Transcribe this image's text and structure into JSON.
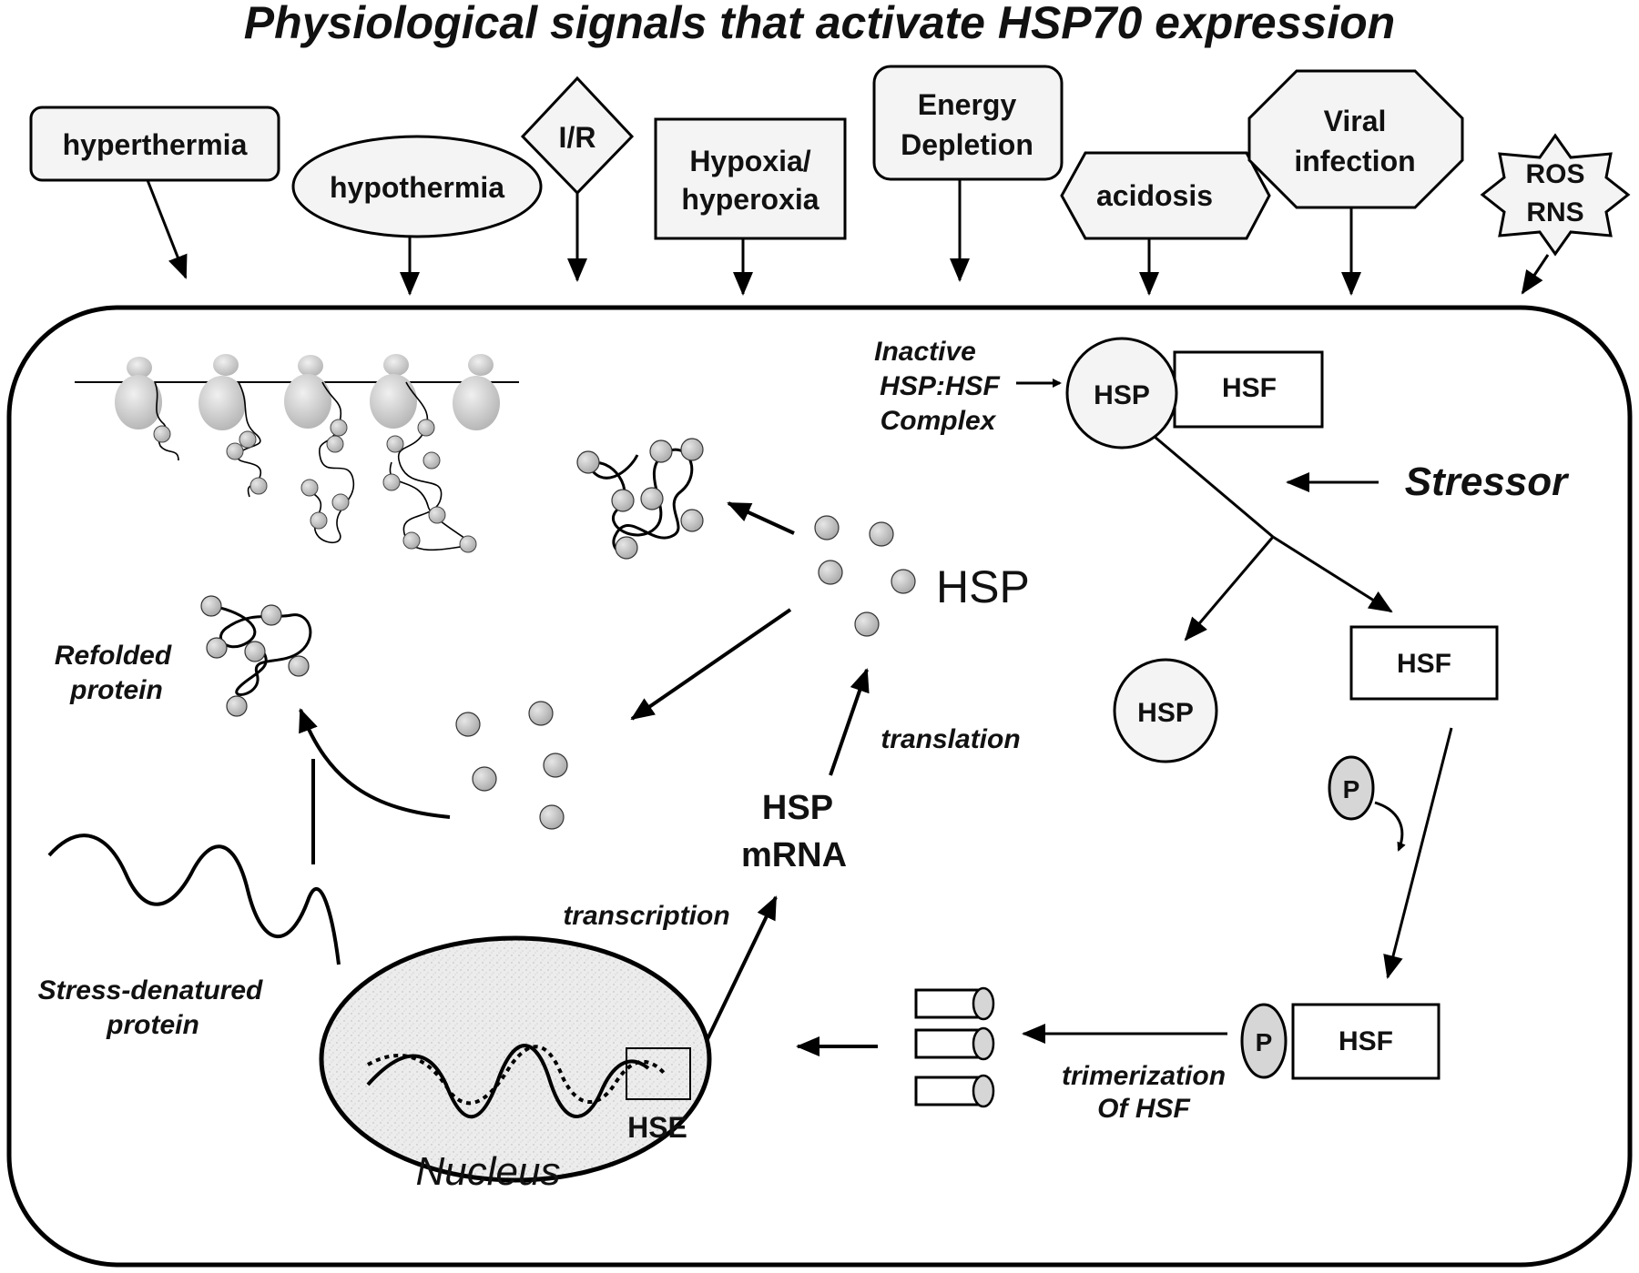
{
  "title": "Physiological signals that activate HSP70 expression",
  "signals": {
    "hyperthermia": "hyperthermia",
    "hypothermia": "hypothermia",
    "ir": "I/R",
    "hypoxia_1": "Hypoxia/",
    "hypoxia_2": "hyperoxia",
    "energy_1": "Energy",
    "energy_2": "Depletion",
    "acidosis": "acidosis",
    "viral_1": "Viral",
    "viral_2": "infection",
    "ros": "ROS",
    "rns": "RNS"
  },
  "complex": {
    "label_1": "Inactive",
    "label_2": "HSP:HSF",
    "label_3": "Complex",
    "hsp": "HSP",
    "hsf": "HSF"
  },
  "stressor": "Stressor",
  "free_hsp": "HSP",
  "free_hsf": "HSF",
  "phospho": "P",
  "phospho_hsf": {
    "p": "P",
    "hsf": "HSF"
  },
  "trimerization_1": "trimerization",
  "trimerization_2": "Of HSF",
  "hsp_cluster_label": "HSP",
  "translation": "translation",
  "mrna_1": "HSP",
  "mrna_2": "mRNA",
  "transcription": "transcription",
  "hse": "HSE",
  "nucleus": "Nucleus",
  "refolded_1": "Refolded",
  "refolded_2": "protein",
  "denatured_1": "Stress-denatured",
  "denatured_2": "protein"
}
